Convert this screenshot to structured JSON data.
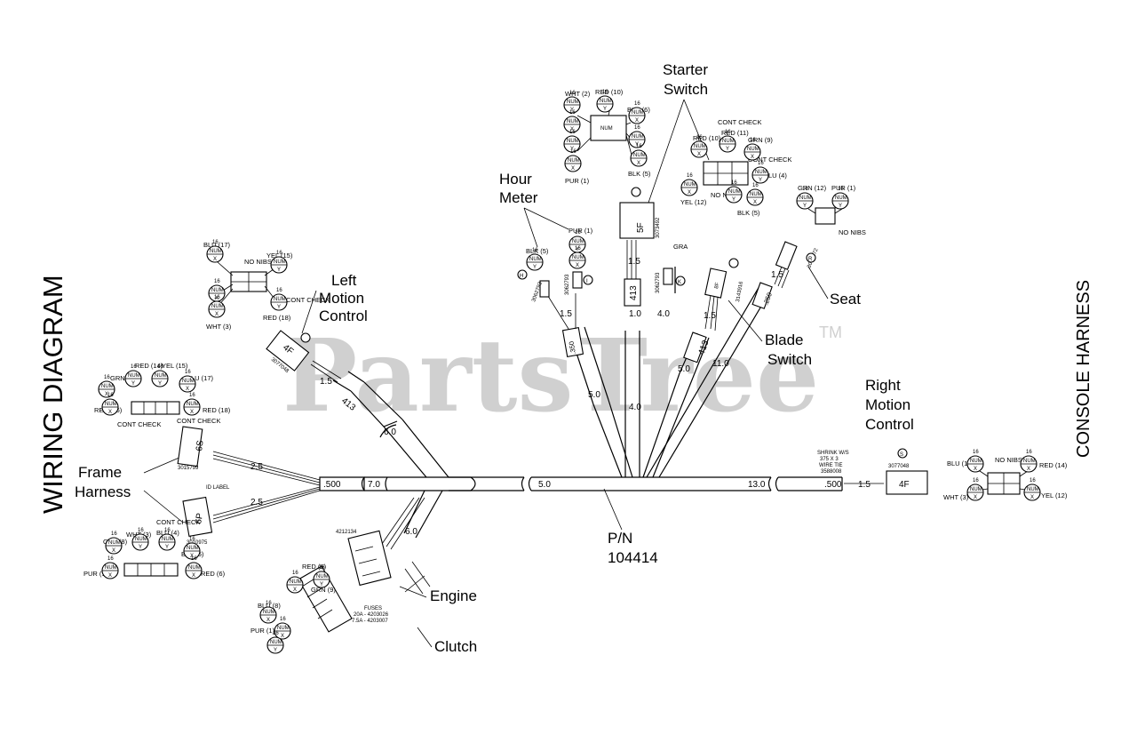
{
  "side_titles": {
    "left": "WIRING DIAGRAM",
    "right": "CONSOLE HARNESS"
  },
  "watermark": {
    "text": "PartsTree",
    "tm": "TM",
    "color": "#d0d0d0"
  },
  "labels": {
    "starter_switch": [
      "Starter",
      "Switch"
    ],
    "hour_meter": [
      "Hour",
      "Meter"
    ],
    "left_motion_control": [
      "Left",
      "Motion",
      "Control"
    ],
    "seat": "Seat",
    "blade_switch": [
      "Blade",
      "Switch"
    ],
    "right_motion_control": [
      "Right",
      "Motion",
      "Control"
    ],
    "frame_harness": [
      "Frame",
      "Harness"
    ],
    "part_number": [
      "P/N",
      "104414"
    ],
    "engine": "Engine",
    "clutch": "Clutch"
  },
  "dimensions": {
    "d_2_5_upper": "2.5",
    "d_2_5_lower": "2.5",
    "d_500_left": ".500",
    "d_7_0": "7.0",
    "d_5_0_mid": "5.0",
    "d_13_0": "13.0",
    "d_500_right": ".500",
    "d_1_5_right": "1.5",
    "d_6_0_upper": "6.0",
    "d_6_0_lower": "6.0",
    "d_1_5_lmc": "1.5",
    "d_413_lmc": "413",
    "d_1_5_hm": "1.5",
    "d_350": ".350",
    "d_5_0_hm": "5.0",
    "d_1_5_ss": "1.5",
    "d_413_ss": "413",
    "d_1_0": "1.0",
    "d_4_0_a": "4.0",
    "d_4_0_b": "4.0",
    "d_1_5_bs": "1.5",
    "d_413_bs": "413",
    "d_5_0_bs": "5.0",
    "d_11_0": "11.0",
    "d_1_5_seat": "1.5",
    "d_250": ".250"
  },
  "part_codes": {
    "lmc": "3077048",
    "lmc_conn": "4F",
    "ss": "3073492",
    "ss_conn": "5F",
    "hm1": "3062793",
    "hm2": "3062793",
    "k": "3062793",
    "bs": "3143916",
    "bs_conn": "8F",
    "seat": "3073872",
    "rmc": "3077048",
    "rmc_conn": "4F",
    "fh1": "3015799",
    "fh1_conn": "6S",
    "fh2": "3010975",
    "fh2_conn": "6P",
    "fh2_label": "ID LABEL",
    "eng": "4212134"
  },
  "callout_letters": {
    "h": "H",
    "i": "I",
    "k": "K",
    "r": "R",
    "s": "S"
  },
  "fuses": [
    "FUSES",
    "20A - 4203026",
    "7.5A - 4203007"
  ],
  "shrink_note": [
    "SHRINK W/S",
    "375 X 3",
    "WIRE TIE",
    "3588008"
  ],
  "pin_label": "NUM",
  "pin_letters": [
    "X",
    "Y"
  ],
  "wire_labels": {
    "g16": "16",
    "ss_top": [
      "WHT (2)",
      "RED (10)",
      "BLU (6)",
      "BLK (5)",
      "PUR (1)"
    ],
    "ss_right": [
      "RED (10)",
      "RED (11)",
      "GRN (9)",
      "BLU (4)",
      "YEL (12)",
      "BLK (5)",
      "CONT CHECK",
      "CONT CHECK",
      "NO NIBS"
    ],
    "nr": [
      "GRN (12)",
      "PUR (1)",
      "NO NIBS"
    ],
    "lmc": [
      "BLU (17)",
      "YEL (15)",
      "RED (18)",
      "WHT (3)",
      "NO NIBS",
      "CONT CHECK"
    ],
    "hm": [
      "BLK (5)",
      "PUR (1)"
    ],
    "k": "GRA",
    "fh1": [
      "GRN (13)",
      "RED (14)",
      "YEL (15)",
      "BLU (17)",
      "RED (16)",
      "RED (18)",
      "CONT CHECK",
      "CONT CHECK"
    ],
    "fh2": [
      "GRA (8)",
      "WHT (3)",
      "BLU (4)",
      "BLK (5)",
      "RED (6)",
      "PUR (1)",
      "CONT CHECK"
    ],
    "eng": [
      "RED (6)",
      "GRN (9)",
      "BLU (8)",
      "PUR (1)"
    ],
    "rmc": [
      "BLU (17)",
      "RED (14)",
      "WHT (3)",
      "YEL (12)",
      "NO NIBS"
    ]
  }
}
